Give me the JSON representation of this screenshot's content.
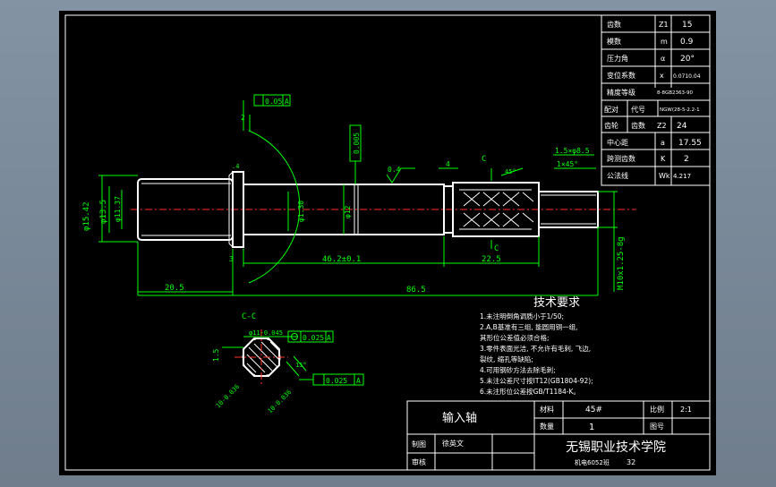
{
  "gear_table": {
    "rows": [
      {
        "label": "齿数",
        "symbol": "Z1",
        "value": "15"
      },
      {
        "label": "模数",
        "symbol": "m",
        "value": "0.9"
      },
      {
        "label": "压力角",
        "symbol": "α",
        "value": "20°"
      },
      {
        "label": "变位系数",
        "symbol": "x",
        "value": "0.0710.04"
      },
      {
        "label": "精度等级",
        "symbol": "",
        "value": "8-8GB2363-90"
      },
      {
        "label": "配对",
        "symbol": "代号",
        "value": "NGW(28-5-2.2-1"
      },
      {
        "label": "齿轮",
        "symbol": "齿数",
        "value": "Z2",
        "extra": "24"
      },
      {
        "label": "中心距",
        "symbol": "a",
        "value": "17.55"
      },
      {
        "label": "跨测齿数",
        "symbol": "K",
        "value": "2"
      },
      {
        "label": "公法线",
        "symbol": "Wk",
        "value": "4.217"
      }
    ]
  },
  "dimensions": {
    "d1": "φ15.42",
    "d2": "φ13.5",
    "d3": "φ11.37",
    "d4": "φ12",
    "l1": "20.5",
    "l2": "46.2±0.1",
    "l3": "22.5",
    "l4": "86.5",
    "l5": "3",
    "l6": "2",
    "l7": "4",
    "thread": "M10x1.25-8g",
    "chamfer1": "1.5×φ8.5",
    "chamfer2": "1×45°",
    "flat": "φ1.30",
    "tol1": "0.05",
    "tol2": "0.005",
    "tol3": "0.025",
    "tol_a": "A",
    "rough": "0.4",
    "section_mark": "C"
  },
  "section": {
    "title": "C-C",
    "dim1": "φ11-0.045",
    "dim2": "10-0.036",
    "dim3": "10-0.036",
    "dim4": "1.5",
    "tol": "0.025",
    "tol2": "0.025"
  },
  "tech_req": {
    "title": "技术要求",
    "lines": [
      "1.未注明倒角调质小于1/50;",
      "2.A,B基准有三组, 能圆用铜一组,",
      "  其形位公差值必须合格;",
      "3.零件表面光洁, 不允许有毛刺, 飞边,",
      "  裂纹, 缩孔等缺陷;",
      "4.可用钢砂方法去除毛刺;",
      "5.未注公差尺寸按IT12(GB1804-92);",
      "6.未注形位公差按GB/T1184-K。"
    ]
  },
  "title_block": {
    "part_name": "输入轴",
    "material_label": "材料",
    "material": "45#",
    "ratio_label": "比例",
    "ratio": "2:1",
    "qty_label": "数量",
    "qty": "1",
    "drawing_no_label": "图号",
    "draw_label": "制图",
    "drafter": "徐英文",
    "check_label": "审核",
    "school": "无锡职业技术学院",
    "class": "机电6052班",
    "number": "32"
  }
}
